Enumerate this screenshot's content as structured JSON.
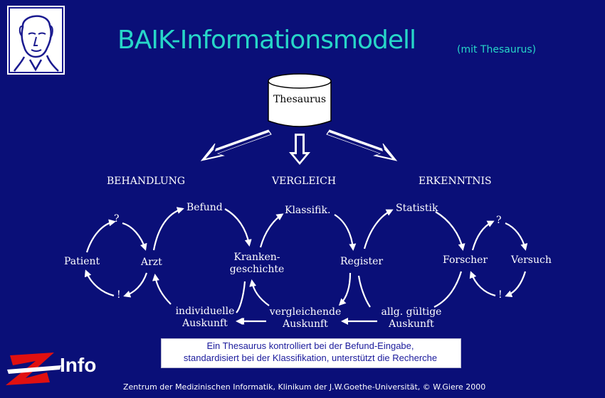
{
  "header": {
    "title": "BAIK-Informationsmodell",
    "subtitle": "(mit Thesaurus)"
  },
  "diagram": {
    "thesaurus": "Thesaurus",
    "categories": {
      "behandlung": "BEHANDLUNG",
      "vergleich": "VERGLEICH",
      "erkenntnis": "ERKENNTNIS"
    },
    "nodes": {
      "patient": "Patient",
      "arzt": "Arzt",
      "befund": "Befund",
      "krankengeschichte_l1": "Kranken-",
      "krankengeschichte_l2": "geschichte",
      "klassifik": "Klassifik.",
      "register": "Register",
      "statistik": "Statistik",
      "forscher": "Forscher",
      "versuch": "Versuch",
      "individuelle_l1": "individuelle",
      "individuelle_l2": "Auskunft",
      "vergleichende_l1": "vergleichende",
      "vergleichende_l2": "Auskunft",
      "allg_l1": "allg. gültige",
      "allg_l2": "Auskunft"
    },
    "marks": {
      "q_left": "?",
      "q_right": "?",
      "ex_left": "!",
      "ex_right": "!"
    }
  },
  "note": {
    "line1": "Ein Thesaurus kontrolliert bei der Befund-Eingabe,",
    "line2": "standardisiert bei der Klassifikation, unterstützt die Recherche"
  },
  "footer": {
    "text": "Zentrum der Medizinischen Informatik, Klinikum der J.W.Goethe-Universität, © W.Giere 2000"
  },
  "logos": {
    "zinfo_text": "Info"
  },
  "colors": {
    "background": "#0a0f78",
    "title": "#27d6c8",
    "text": "#ffffff",
    "note_text": "#1b1b9c",
    "zinfo_red": "#e01010"
  }
}
